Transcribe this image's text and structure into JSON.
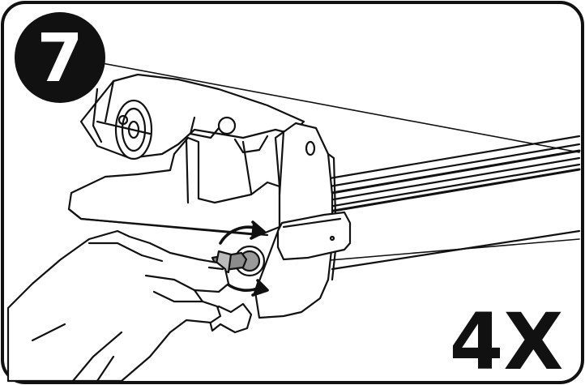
{
  "step": {
    "number": "7"
  },
  "repeat": {
    "label": "4X"
  },
  "illustration": {
    "subject": "roof-rack-foot-key-lock",
    "action-icon": "rotate-clockwise-icon",
    "line_color": "#111111",
    "fill_color": "#ffffff"
  }
}
